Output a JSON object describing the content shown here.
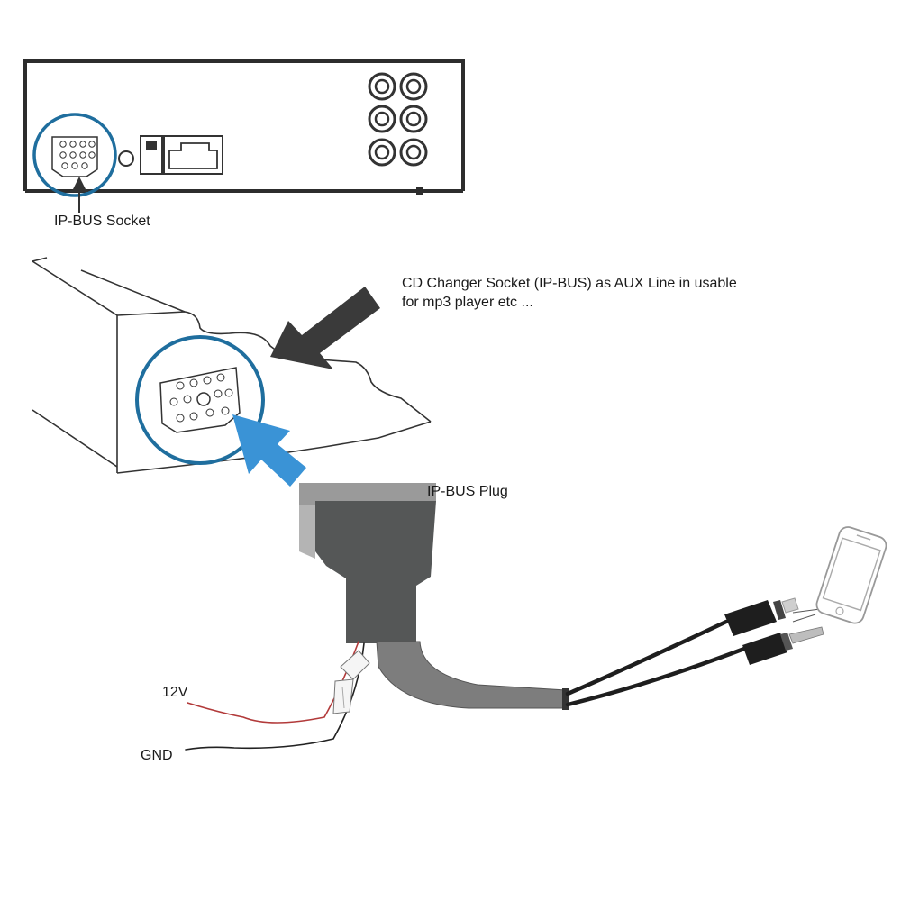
{
  "labels": {
    "ipbus_socket": "IP-BUS Socket",
    "cd_changer_line1": "CD Changer Socket (IP-BUS) as AUX Line in usable",
    "cd_changer_line2": "for mp3 player etc ...",
    "ipbus_plug": "IP-BUS Plug",
    "v12": "12V",
    "gnd": "GND"
  },
  "colors": {
    "highlight_circle": "#1f6e9e",
    "arrow_blue": "#3a93d6",
    "arrow_dark": "#3a3a3a",
    "plug_dark": "#555757",
    "plug_light": "#9a9a9a",
    "cable_grey": "#7d7d7d",
    "wire_red": "#b23a3a",
    "wire_black": "#222222"
  },
  "icons": [
    "radio-rear-panel",
    "ipbus-socket-icon",
    "rca-jack-icon",
    "phone-icon",
    "lightning-connector-icon",
    "aux-jack-icon"
  ]
}
